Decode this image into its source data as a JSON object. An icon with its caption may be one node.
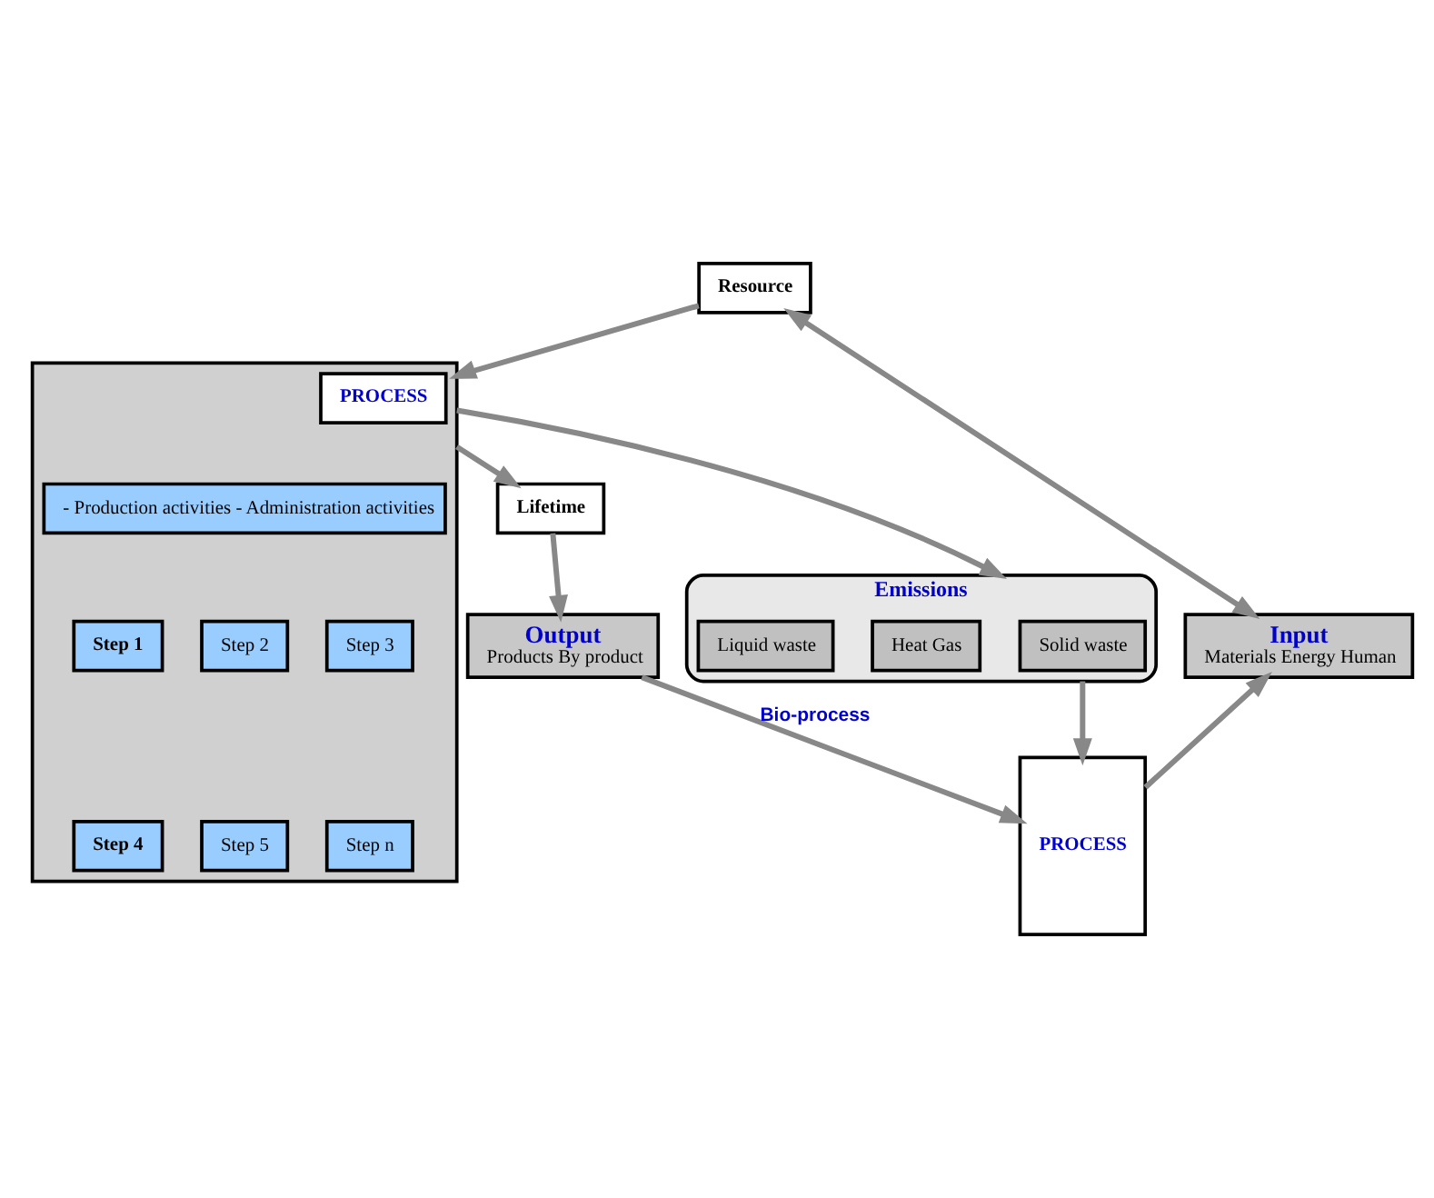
{
  "diagram": {
    "nodes": [
      {
        "text": [
          "Resource"
        ]
      },
      {
        "text": [],
        "shape": "box"
      },
      {
        "text": [
          "PROCESS"
        ],
        "in": 1
      },
      {
        "text": [
          "- Production activities - Administration activities"
        ],
        "in": 1
      },
      {
        "text": [
          "Step 1"
        ],
        "in": 1
      },
      {
        "text": [
          "Step 2"
        ],
        "in": 1
      },
      {
        "text": [
          "Step 3"
        ],
        "in": 1
      },
      {
        "text": [
          "Step 4"
        ],
        "in": 1
      },
      {
        "text": [
          "Step 5"
        ],
        "in": 1
      },
      {
        "text": [
          "Step n"
        ],
        "in": 1
      },
      {
        "text": [
          "Lifetime"
        ]
      },
      {
        "text": [
          "Input",
          "Materials Energy Human"
        ]
      },
      {
        "text": [
          "Output",
          "Products By product"
        ]
      },
      {
        "text": [
          "PROCESS"
        ]
      },
      {
        "text": [
          "Emissions"
        ]
      },
      {
        "text": [
          "Solid waste"
        ],
        "in": 14
      },
      {
        "text": [
          "Heat Gas"
        ],
        "in": 14
      },
      {
        "text": [
          "Liquid waste"
        ],
        "in": 14
      }
    ],
    "edges": [
      {
        "from": 0,
        "to": 1,
        "arrow": "to"
      },
      {
        "from": 0,
        "to": 11,
        "arrow": "both"
      },
      {
        "from": 1,
        "to": 10,
        "arrow": "to"
      },
      {
        "from": 10,
        "to": 12,
        "arrow": "to"
      },
      {
        "from": 1,
        "to": 14,
        "arrow": "to"
      },
      {
        "from": 14,
        "to": 13,
        "arrow": "to"
      },
      {
        "from": 13,
        "to": 11,
        "arrow": "to"
      },
      {
        "from": 12,
        "to": 13,
        "arrow": "to",
        "label": "Bio-process"
      }
    ]
  }
}
